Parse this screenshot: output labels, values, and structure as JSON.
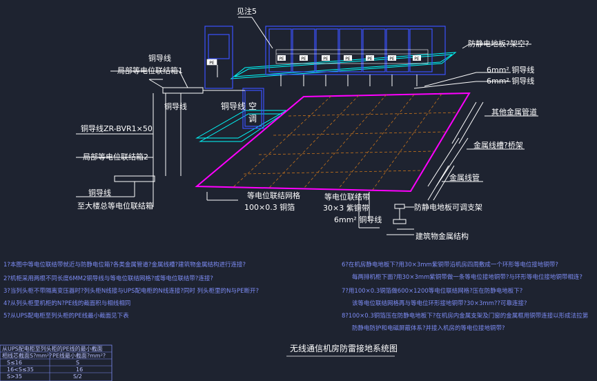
{
  "diagram": {
    "title": "无线通信机房防雷接地系统图",
    "labels": {
      "note5": "见注5",
      "antistatic_floor": "防静电地板?架空?",
      "copper_wire_top": "铜导线",
      "local_box1": "局部等电位联结箱1",
      "copper_wire_mid": "铜导线",
      "copper_wire_ac": "铜导线",
      "ac_unit_1": "空",
      "ac_unit_2": "调",
      "copper_wire_zr": "铜导线ZR-BVR1×50",
      "local_box2": "局部等电位联结箱2",
      "copper_wire_low": "铜导线",
      "to_main_box": "至大楼总等电位联结箱",
      "cu_6mm_1": "6mm² 铜导线",
      "cu_6mm_2": "6mm² 铜导线",
      "other_metal_pipe": "其他金属管道",
      "cable_tray": "金属线槽?桥架",
      "metal_pipe": "金属线管",
      "grid_label": "等电位联结网格",
      "grid_spec": "100×0.3 铜箔",
      "strip_label": "等电位联结带",
      "strip_spec": "30×3 紫铜带",
      "cu_6mm_3": "6mm² 铜导线",
      "floor_support": "防静电地板可调支架",
      "building_metal": "建筑物金属结构"
    },
    "notes_left": [
      "1?本图中等电位联结带就近与防静电位箱?各类金属管道?金属线槽?建筑物金属结构进行连接?",
      "2?机柜采用两根不同长度6MM2铜导线与等电位联结网格?或等电位联结带?连接?",
      "3?当列头柜不带隔离变压器时?列头柜N线接与UPS配电柜的N线连接?同时 列头柜里的N与PE断开?",
      "4?从列头柜里机柜的N?PE线的截面积与相线相同",
      "5?从UPS配电柜至列头柜的PE线最小截面见下表"
    ],
    "notes_right": [
      "6?在机房静电地板下?用30×3mm紫铜带沿机房四周敷成一个环形等电位接地铜带?",
      "每两排机柜下面?用30×3mm紫铜带做一条等电位接地铜带?与环形等电位接地铜带相连?",
      "7?用100×0.3铜箔做600×1200等电位联结网格?压在防静电地板下?",
      "该等电位联结网格再与等电位环形接地铜带?30×3mm??可靠连接?",
      "8?100×0.3铜箔压在防静电地板下?在机房内金属支架及门窗的金属框用铜带连接以形成法拉第",
      "防静电防护和电磁屏蔽体系?并接入机房的等电位接地铜带?"
    ],
    "table": {
      "caption": "从UPS配电柜至列头柜的PE线的最小截面",
      "headers": [
        "相线芯截面S?mm²?",
        "PE线最小截面?mm²?"
      ],
      "rows": [
        [
          "S≤16",
          "S"
        ],
        [
          "16<S≤35",
          "16"
        ],
        [
          "S>35",
          "S/2"
        ]
      ]
    },
    "device_labels": [
      "PE",
      "PE",
      "PE",
      "PE",
      "PE",
      "PE",
      "PE",
      "PE"
    ]
  }
}
